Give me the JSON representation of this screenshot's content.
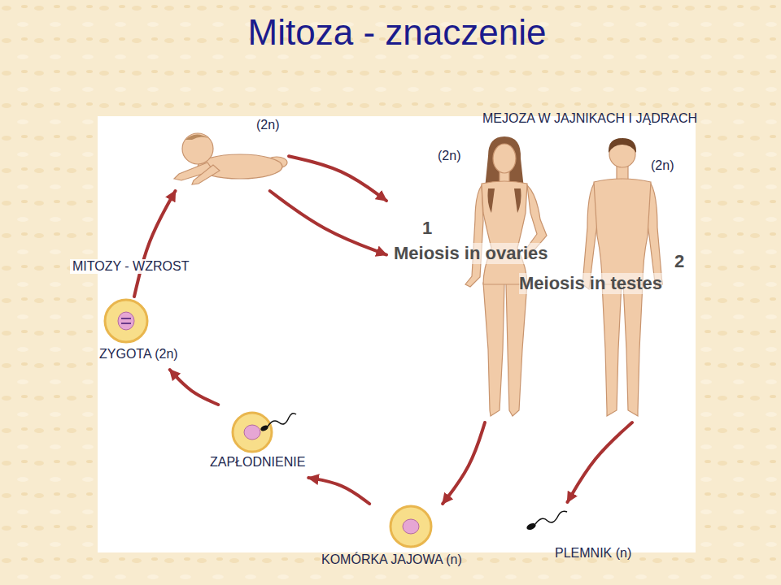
{
  "diagram": {
    "title": "Mitoza - znaczenie",
    "nodes": [
      {
        "text": [
          "(2n)"
        ]
      },
      {
        "text": [
          "(2n)"
        ]
      },
      {
        "text": [
          "(2n)"
        ]
      },
      {
        "text": [
          "ZYGOTA (2n)"
        ]
      },
      {
        "text": [
          "ZAPŁODNIENIE"
        ]
      },
      {
        "text": [
          "KOMÓRKA JAJOWA (n)"
        ]
      },
      {
        "text": [
          "PLEMNIK (n)"
        ]
      }
    ],
    "edges": [
      {
        "from": 0,
        "to": 1,
        "arrow": "to"
      },
      {
        "from": 0,
        "to": 1,
        "arrow": "to"
      },
      {
        "from": 1,
        "to": 5,
        "arrow": "to"
      },
      {
        "from": 2,
        "to": 6,
        "arrow": "to"
      },
      {
        "from": 5,
        "to": 4,
        "arrow": "to"
      },
      {
        "from": 4,
        "to": 3,
        "arrow": "to"
      },
      {
        "from": 3,
        "to": 0,
        "arrow": "to",
        "label": "MITOZY - WZROST"
      }
    ],
    "labels": [
      "MEJOZA W JAJNIKACH I JĄDRACH",
      "1",
      "Meiosis in ovaries",
      "2",
      "Meiosis in testes"
    ]
  }
}
